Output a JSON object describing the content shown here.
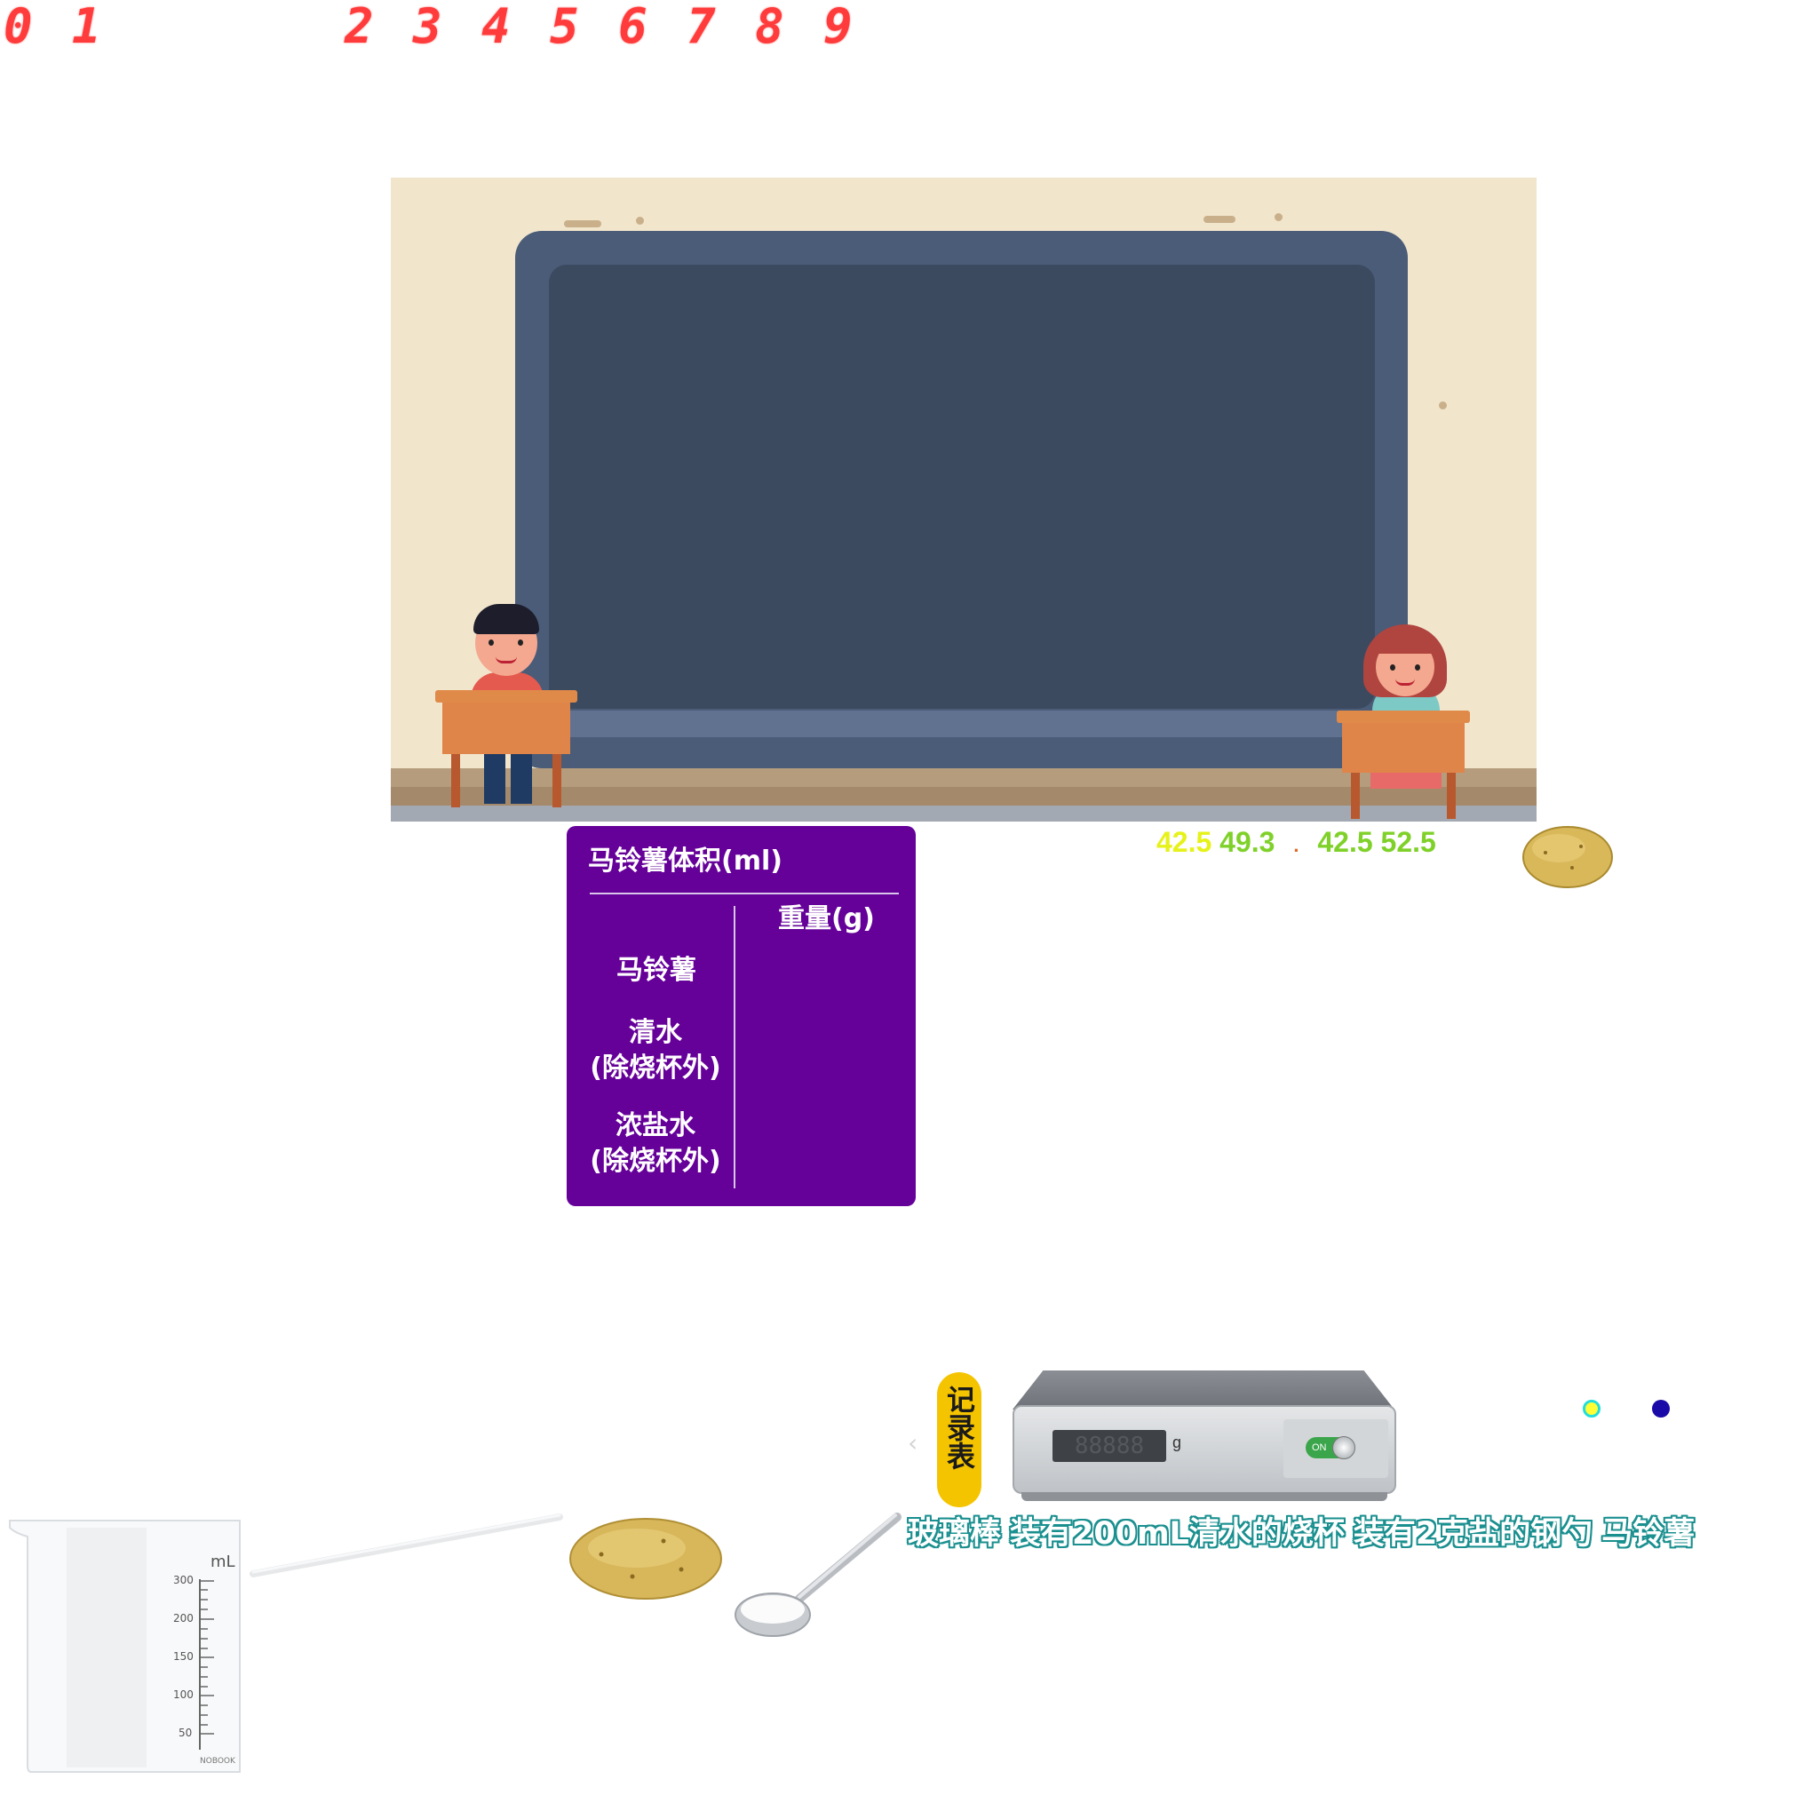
{
  "digit_strip": {
    "left": "0 1",
    "right": "2 3 4 5 6 7 8 9"
  },
  "readings": {
    "r1": "42.5",
    "r2": "49.3",
    "separator": ".",
    "r3": "42.5",
    "r4": "52.5"
  },
  "record_table": {
    "title": "马铃薯体积(ml)",
    "col_header": "重量(g)",
    "row1": "马铃薯",
    "row2_line1": "清水",
    "row2_line2": "(除烧杯外)",
    "row3_line1": "浓盐水",
    "row3_line2": "(除烧杯外)"
  },
  "record_button": {
    "label": "记录表"
  },
  "scale": {
    "unit": "g",
    "switch_label": "ON",
    "display": "88888"
  },
  "beaker": {
    "unit": "mL",
    "marks": [
      "300",
      "200",
      "150",
      "100",
      "50"
    ],
    "brand": "NOBOOK"
  },
  "equipment_labels": [
    "玻璃棒",
    "装有200mL清水的烧杯",
    "装有2克盐的钢勺",
    "马铃薯"
  ],
  "indicator_colors": {
    "yellow_dot": "#ffff33",
    "cyan_ring": "#22dddd",
    "blue_dot": "#1a0aa8"
  },
  "colors": {
    "table_bg": "#650099",
    "reading_yellow": "#e6f21a",
    "reading_green": "#7fd12a",
    "record_pill": "#f5c400"
  }
}
